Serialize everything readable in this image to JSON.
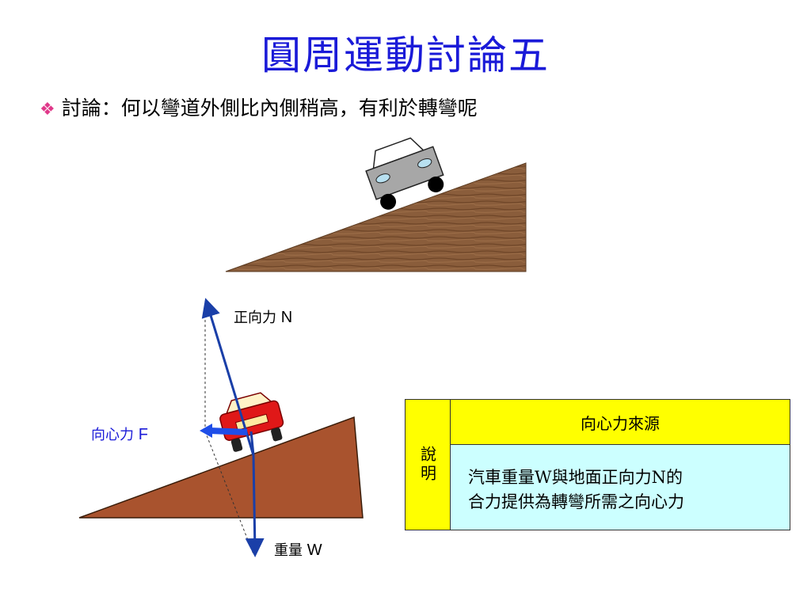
{
  "slide": {
    "title": "圓周運動討論五",
    "bullet": "討論：何以彎道外側比內側稍高，有利於轉彎呢"
  },
  "diagram": {
    "normal_force_label": "正向力",
    "normal_force_symbol": "N",
    "centripetal_label": "向心力",
    "centripetal_symbol": "F",
    "weight_label": "重量",
    "weight_symbol": "W"
  },
  "explanation": {
    "side_label": "說明",
    "header": "向心力來源",
    "lines": [
      "汽車重量W與地面正向力N的",
      "合力提供為轉彎所需之向心力"
    ]
  },
  "colors": {
    "title": "#1a1ad8",
    "bullet_icon": "#e0398a",
    "arrow": "#1a3fa8",
    "centripetal_arrow": "#1f4ee8",
    "wood": "#8a5d3b",
    "ramp": "#a9532e",
    "table_yellow": "#ffff00",
    "table_cyan": "#ccffff"
  }
}
